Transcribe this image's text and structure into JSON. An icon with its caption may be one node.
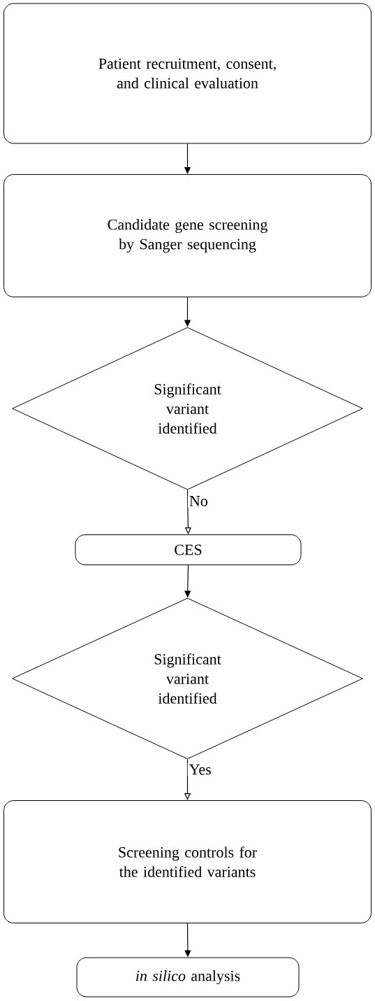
{
  "diagram": {
    "nodes": [
      {
        "text": [
          "Patient recruitment, consent, and clinical evaluation"
        ]
      },
      {
        "text": [
          "Candidate gene screening by Sanger sequencing"
        ]
      },
      {
        "text": [
          "Significant variant identified"
        ]
      },
      {
        "text": [
          "CES"
        ]
      },
      {
        "text": [
          "Significant variant identified"
        ]
      },
      {
        "text": [
          "Screening controls for the identified variants"
        ]
      },
      {
        "text": [
          "*in silico* analysis"
        ]
      }
    ],
    "edges": [
      {
        "from": 0,
        "to": 1,
        "arrow": "to"
      },
      {
        "from": 1,
        "to": 2,
        "arrow": "to"
      },
      {
        "from": 2,
        "to": 3,
        "arrow": "to",
        "label": "No"
      },
      {
        "from": 3,
        "to": 4,
        "arrow": "to"
      },
      {
        "from": 4,
        "to": 5,
        "arrow": "to",
        "label": "Yes"
      },
      {
        "from": 5,
        "to": 6,
        "arrow": "to"
      }
    ]
  }
}
